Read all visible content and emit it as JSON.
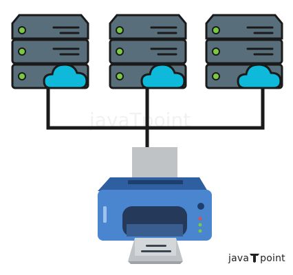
{
  "brand": {
    "before": "java",
    "after": "point"
  },
  "watermark": "javaTpoint",
  "diagram": {
    "nodes": [
      {
        "name": "server-cloud-1",
        "icon": "cloud-server-icon"
      },
      {
        "name": "server-cloud-2",
        "icon": "cloud-server-icon"
      },
      {
        "name": "server-cloud-3",
        "icon": "cloud-server-icon"
      },
      {
        "name": "printer",
        "icon": "printer-icon"
      }
    ],
    "edges": [
      {
        "from": "server-cloud-1",
        "to": "printer"
      },
      {
        "from": "server-cloud-2",
        "to": "printer"
      },
      {
        "from": "server-cloud-3",
        "to": "printer"
      }
    ]
  },
  "colors": {
    "server_body": "#586e7a",
    "server_outline": "#1a1a1a",
    "server_led": "#7ac943",
    "cloud": "#0fb9da",
    "wire": "#1a1a1a",
    "printer_top": "#2e5fa0",
    "printer_body": "#4a85cf",
    "printer_slot": "#253a5a",
    "paper": "#c0c3c6"
  }
}
